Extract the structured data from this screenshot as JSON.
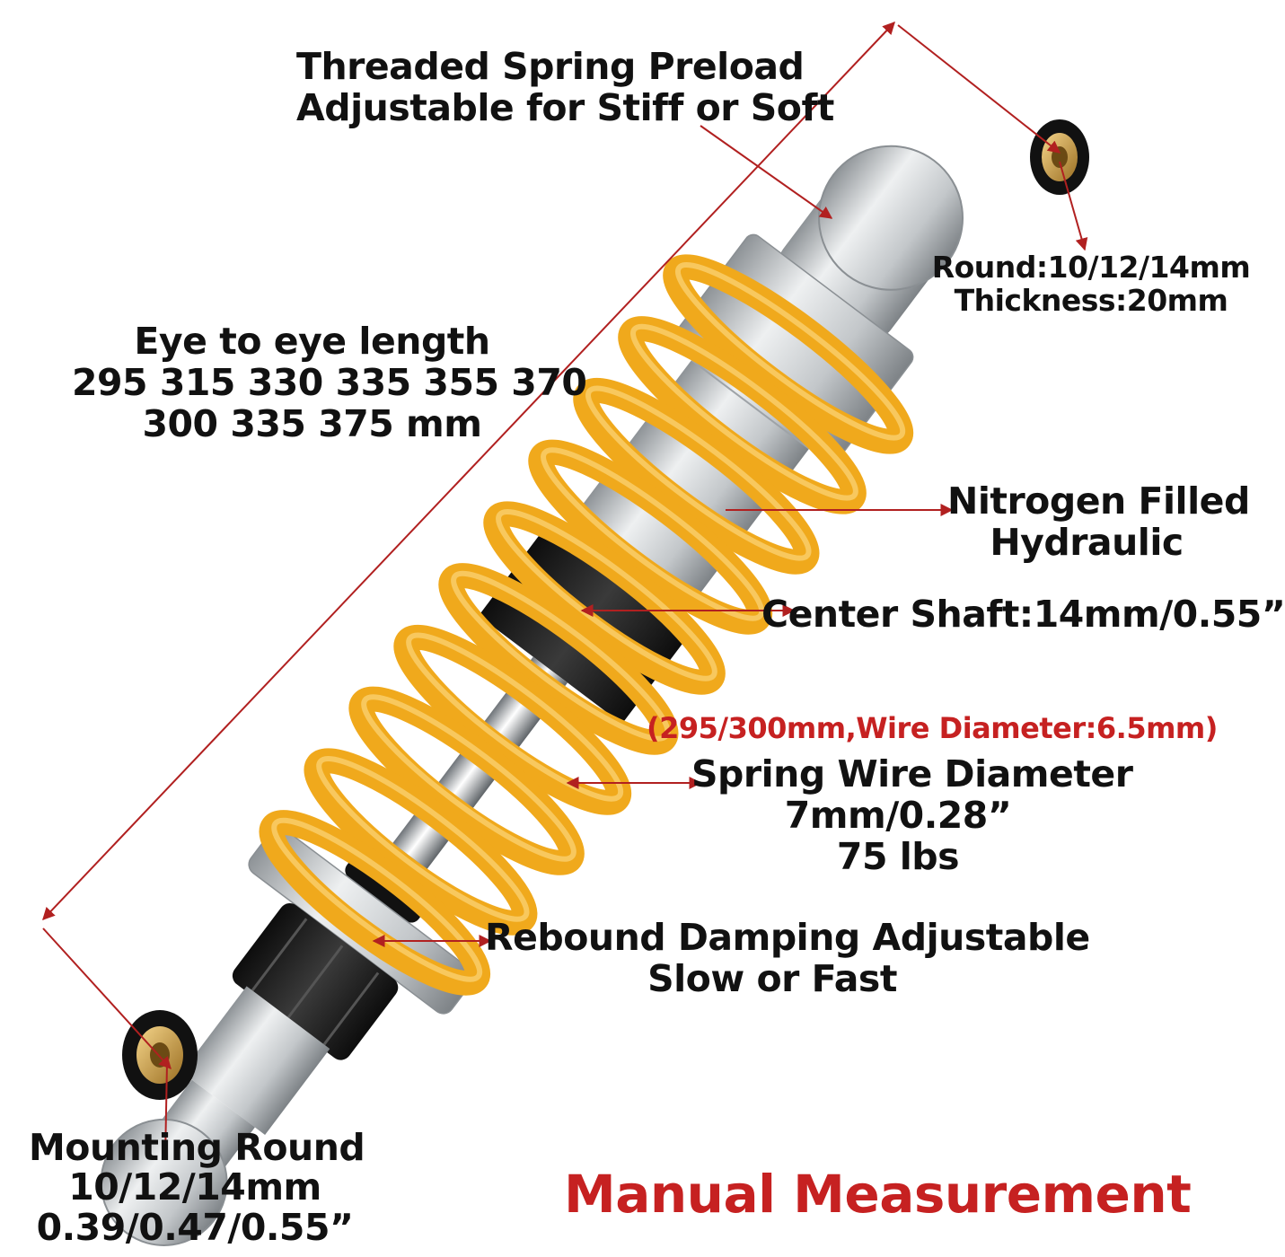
{
  "colors": {
    "spring": "#F0A91C",
    "body_silver": "#C9CDD0",
    "black_parts": "#1E1E1E",
    "arrow": "#B12020",
    "accent_red": "#C62121"
  },
  "labels": {
    "preload": [
      "Threaded Spring Preload",
      "Adjustable for Stiff or Soft"
    ],
    "top_eye": [
      "Round:10/12/14mm",
      "Thickness:20mm"
    ],
    "eye_to_eye": [
      "Eye to eye length",
      "295 315 330 335 355 370",
      "300 335 375 mm"
    ],
    "nitrogen": [
      "Nitrogen Filled",
      "Hydraulic"
    ],
    "center_shaft": "Center Shaft:14mm/0.55”",
    "wire_note": "(295/300mm,Wire Diameter:6.5mm)",
    "spring_wire": [
      "Spring Wire Diameter",
      "7mm/0.28”",
      "75 lbs"
    ],
    "rebound": [
      "Rebound Damping Adjustable",
      "Slow or Fast"
    ],
    "mounting": [
      "Mounting Round",
      "10/12/14mm",
      "0.39/0.47/0.55”"
    ],
    "footer": "Manual Measurement"
  }
}
